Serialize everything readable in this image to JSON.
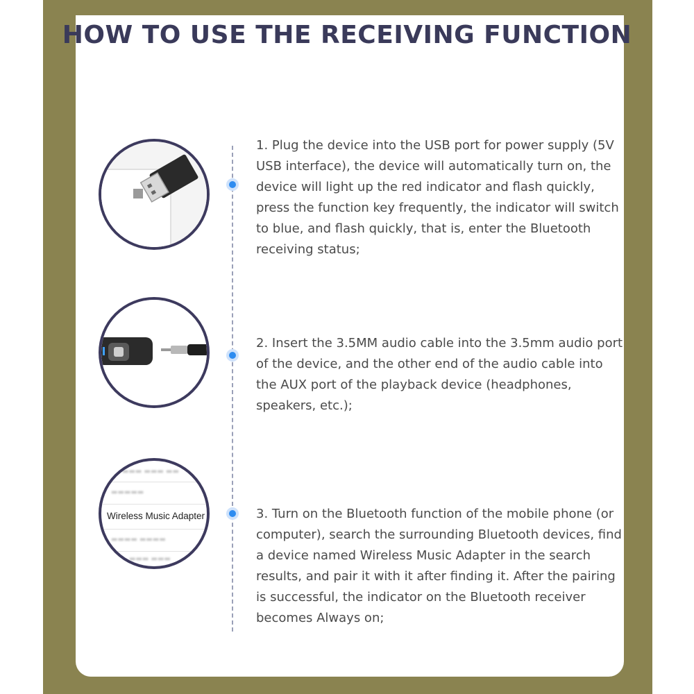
{
  "title": "HOW TO USE THE RECEIVING FUNCTION",
  "steps": [
    {
      "text": "1. Plug the device into the USB port for power supply (5V USB interface), the device will automatically turn on, the device will light up the red indicator and flash quickly, press the function key frequently, the indicator will switch to blue, and flash quickly, that is, enter the Bluetooth receiving status;",
      "image": "usb-plug-into-power-adapter"
    },
    {
      "text": "2. Insert the 3.5MM audio cable into the 3.5mm audio port of the device, and the other end of the audio cable into the AUX port of the playback device (headphones, speakers, etc.);",
      "image": "audio-cable-into-receiver"
    },
    {
      "text": "3. Turn on the Bluetooth function of the mobile phone (or computer), search the surrounding Bluetooth devices, find a device named Wireless Music Adapter in the search results, and pair it with it after finding it. After the pairing is successful, the indicator on the Bluetooth receiver becomes Always on;",
      "image": "bluetooth-device-list",
      "device_list_label": "Wireless Music Adapter"
    }
  ],
  "colors": {
    "frame": "#8a8350",
    "title": "#3a3a5a",
    "dot": "#2e8cf0",
    "circle_border": "#3d3a5e",
    "text": "#4a4a4a"
  }
}
